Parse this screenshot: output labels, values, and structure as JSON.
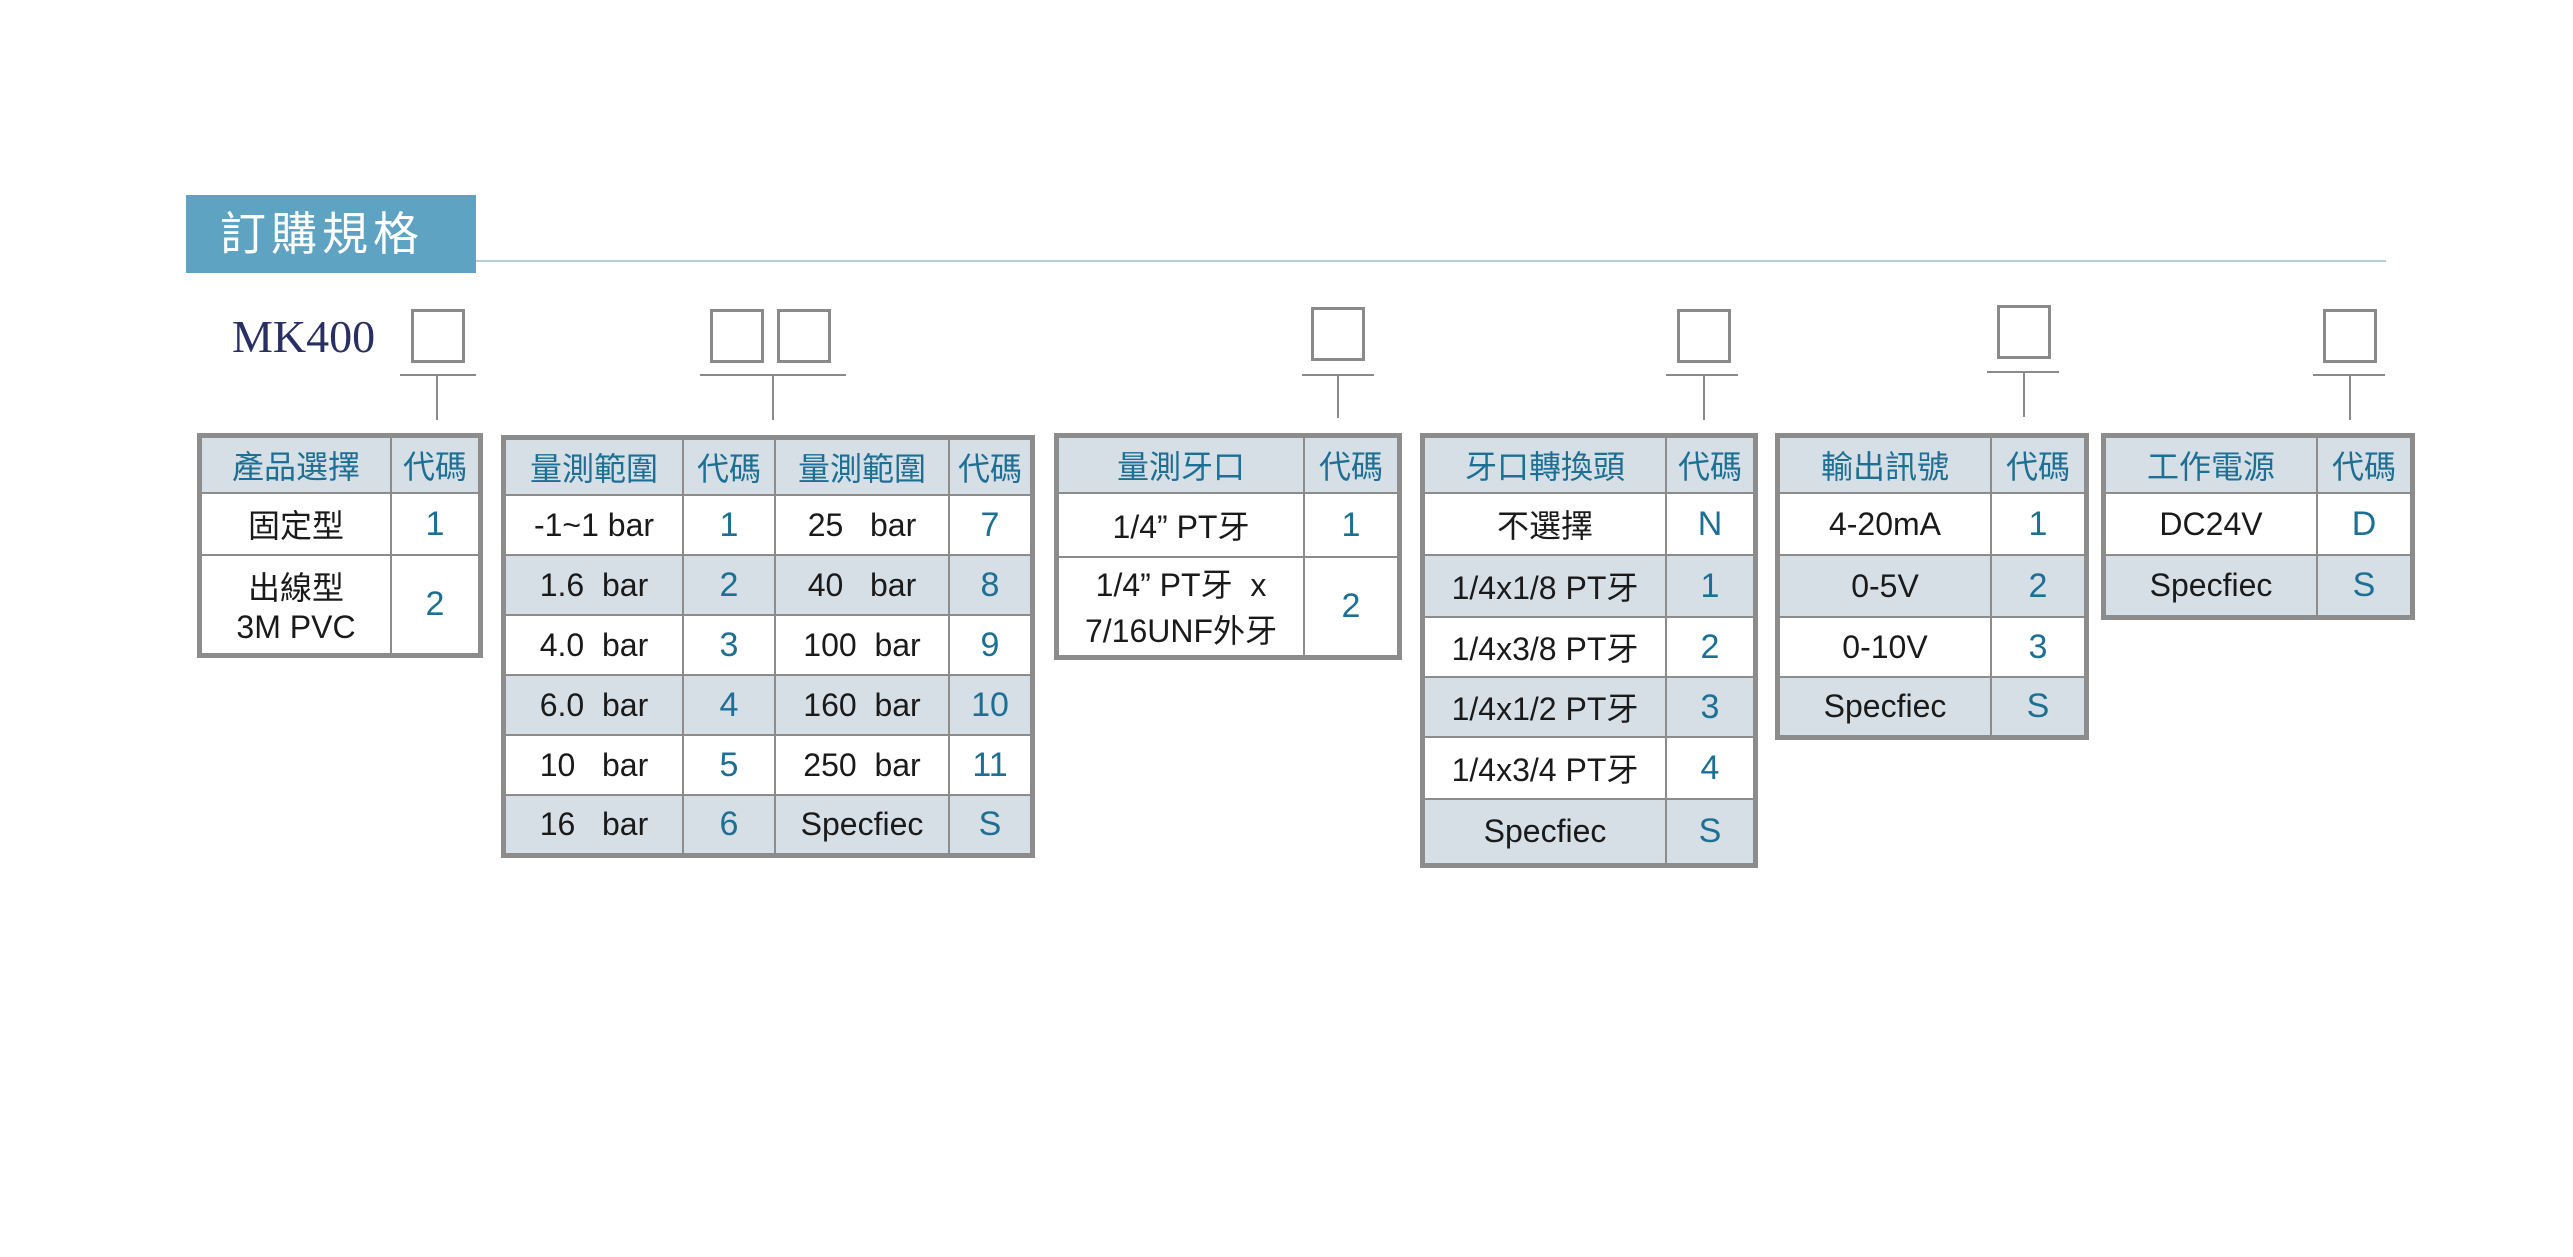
{
  "header": {
    "title": "訂購規格"
  },
  "model": {
    "name": "MK400"
  },
  "tables": {
    "product": {
      "header": [
        "產品選擇",
        "代碼"
      ],
      "rows": [
        {
          "opt": "固定型",
          "code": "1"
        },
        {
          "opt1": "出線型",
          "opt2": "3M PVC",
          "code": "2"
        }
      ]
    },
    "range": {
      "header": [
        "量測範圍",
        "代碼",
        "量測範圍",
        "代碼"
      ],
      "rows": [
        {
          "a": "-1~1 bar",
          "ac": "1",
          "b": "25   bar",
          "bc": "7"
        },
        {
          "a": "1.6  bar",
          "ac": "2",
          "b": "40   bar",
          "bc": "8"
        },
        {
          "a": "4.0  bar",
          "ac": "3",
          "b": "100  bar",
          "bc": "9"
        },
        {
          "a": "6.0  bar",
          "ac": "4",
          "b": "160  bar",
          "bc": "10"
        },
        {
          "a": "10   bar",
          "ac": "5",
          "b": "250  bar",
          "bc": "11"
        },
        {
          "a": "16   bar",
          "ac": "6",
          "b": "Specfiec",
          "bc": "S"
        }
      ]
    },
    "thread": {
      "header": [
        "量測牙口",
        "代碼"
      ],
      "rows": [
        {
          "opt": "1/4” PT牙",
          "code": "1"
        },
        {
          "opt1": "1/4” PT牙  x",
          "opt2": "7/16UNF外牙",
          "code": "2"
        }
      ]
    },
    "adapter": {
      "header": [
        "牙口轉換頭",
        "代碼"
      ],
      "rows": [
        {
          "opt": "不選擇",
          "code": "N"
        },
        {
          "opt": "1/4x1/8 PT牙",
          "code": "1"
        },
        {
          "opt": "1/4x3/8 PT牙",
          "code": "2"
        },
        {
          "opt": "1/4x1/2 PT牙",
          "code": "3"
        },
        {
          "opt": "1/4x3/4 PT牙",
          "code": "4"
        },
        {
          "opt": "Specfiec",
          "code": "S"
        }
      ]
    },
    "output": {
      "header": [
        "輸出訊號",
        "代碼"
      ],
      "rows": [
        {
          "opt": "4-20mA",
          "code": "1"
        },
        {
          "opt": "0-5V",
          "code": "2"
        },
        {
          "opt": "0-10V",
          "code": "3"
        },
        {
          "opt": "Specfiec",
          "code": "S"
        }
      ]
    },
    "power": {
      "header": [
        "工作電源",
        "代碼"
      ],
      "rows": [
        {
          "opt": "DC24V",
          "code": "D"
        },
        {
          "opt": "Specfiec",
          "code": "S"
        }
      ]
    }
  },
  "colors": {
    "accent": "#5fa3c3",
    "code_text": "#1d6f94",
    "row_shade": "#d6dee6",
    "border": "#8c8c8c",
    "model_text": "#2a2f63"
  }
}
